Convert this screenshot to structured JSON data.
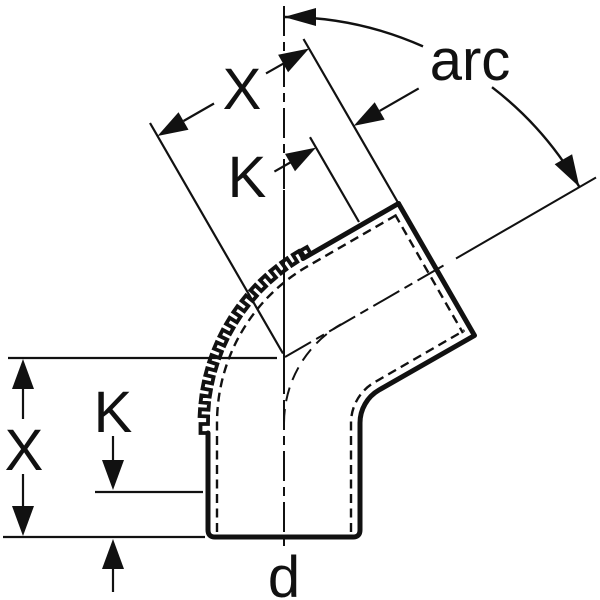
{
  "drawing": {
    "type": "technical-dimension-diagram",
    "subject": "pipe bend fitting with socket, side view",
    "background": "#ffffff",
    "line_color": "#111111"
  },
  "labels": {
    "x_top": "X",
    "k_top": "K",
    "x_left": "X",
    "k_left": "K",
    "arc": "arc",
    "d": "d"
  }
}
